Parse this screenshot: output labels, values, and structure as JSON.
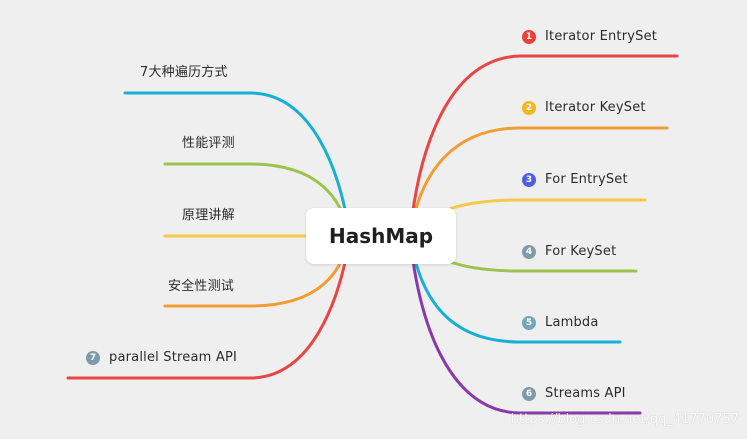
{
  "center": {
    "label": "HashMap"
  },
  "colors": {
    "red": "#e84545",
    "orange": "#f39c33",
    "yellow": "#f5c84a",
    "green": "#9bc44f",
    "cyan": "#17b0d3",
    "purple": "#8a3aa8",
    "badge_red": "#e8413c",
    "badge_yellow": "#f4b81c",
    "badge_blue": "#4f5fe0",
    "badge_gray": "#7f9aa8",
    "badge_teal": "#73a7b8"
  },
  "right_branches": [
    {
      "badge": "1",
      "label": "Iterator  EntrySet",
      "color": "#e84545",
      "badge_color": "#e8413c"
    },
    {
      "badge": "2",
      "label": "Iterator  KeySet",
      "color": "#f39c33",
      "badge_color": "#f4b81c"
    },
    {
      "badge": "3",
      "label": "For EntrySet",
      "color": "#f5c84a",
      "badge_color": "#4f5fe0"
    },
    {
      "badge": "4",
      "label": "For KeySet",
      "color": "#9bc44f",
      "badge_color": "#7f9aa8"
    },
    {
      "badge": "5",
      "label": "Lambda",
      "color": "#17b0d3",
      "badge_color": "#73a7b8"
    },
    {
      "badge": "6",
      "label": "Streams API",
      "color": "#8a3aa8",
      "badge_color": "#7f9aa8"
    }
  ],
  "left_branches": [
    {
      "badge": "",
      "label": "7大种遍历方式",
      "color": "#17b0d3",
      "badge_color": ""
    },
    {
      "badge": "",
      "label": "性能评测",
      "color": "#9bc44f",
      "badge_color": ""
    },
    {
      "badge": "",
      "label": "原理讲解",
      "color": "#f5c84a",
      "badge_color": ""
    },
    {
      "badge": "",
      "label": "安全性测试",
      "color": "#f39c33",
      "badge_color": ""
    },
    {
      "badge": "7",
      "label": "parallel Stream  API",
      "color": "#e84545",
      "badge_color": "#7f9aa8"
    }
  ],
  "watermark": "https://blog.csdn.net/qq_41770757"
}
